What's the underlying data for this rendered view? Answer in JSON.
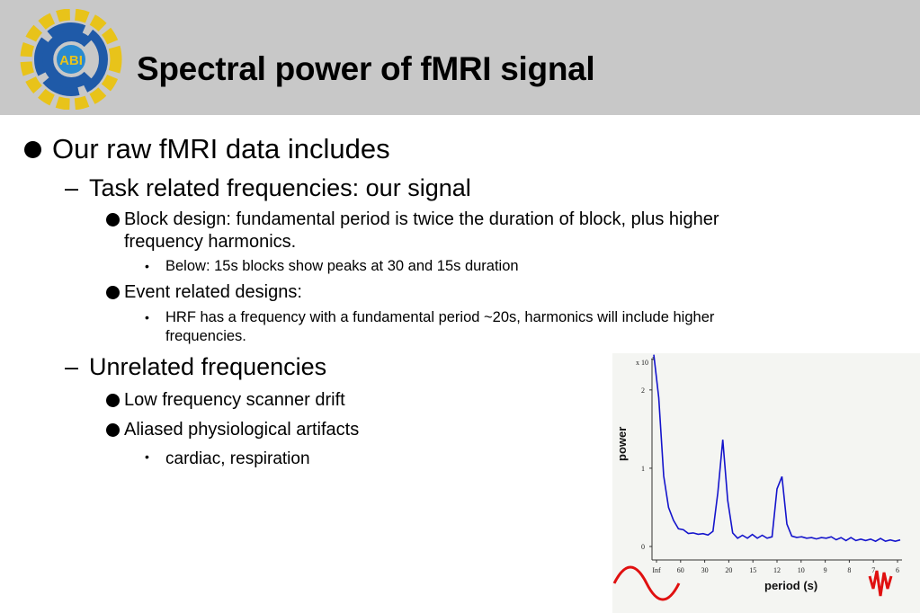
{
  "slide": {
    "title": "Spectral power of fMRI signal",
    "logo_text": "ABI",
    "bullets": {
      "l1": "Our raw fMRI data includes",
      "task": "Task related frequencies: our signal",
      "block": "Block design: fundamental period is twice the duration of block, plus higher",
      "block2": "frequency harmonics.",
      "below": "Below: 15s blocks show peaks at 30 and 15s duration",
      "event": "Event related designs:",
      "hrf": "HRF has a frequency with a fundamental period ~20s, harmonics will include higher",
      "hrf2": "frequencies.",
      "unrelated": "Unrelated frequencies",
      "drift": "Low frequency scanner drift",
      "aliased": "Aliased physiological artifacts",
      "cardiac": "cardiac, respiration"
    },
    "markers": {
      "dash": "–",
      "dot": "•"
    }
  },
  "chart_data": {
    "type": "line",
    "title": "",
    "xlabel": "period (s)",
    "ylabel": "power",
    "y_multiplier": "x 10",
    "y_exponent": "4",
    "xticks": [
      "Inf",
      "60",
      "30",
      "20",
      "15",
      "12",
      "10",
      "9",
      "8",
      "7",
      "6"
    ],
    "yticks": [
      "0",
      "1",
      "2"
    ],
    "ylim": [
      0,
      2.4
    ],
    "series": [
      {
        "color": "#1414cc",
        "x_frequency_bins": [
          0,
          1,
          2,
          3,
          4,
          5,
          6,
          7,
          8,
          9,
          10,
          11,
          12,
          13,
          14,
          15,
          16,
          17,
          18,
          19,
          20,
          21,
          22,
          23,
          24,
          25,
          26,
          27,
          28,
          29,
          30,
          31,
          32,
          33,
          34,
          35,
          36,
          37,
          38,
          39,
          40,
          41,
          42,
          43,
          44,
          45,
          46,
          47,
          48,
          49,
          50
        ],
        "values": [
          2.45,
          1.9,
          0.9,
          0.5,
          0.32,
          0.24,
          0.2,
          0.18,
          0.16,
          0.17,
          0.15,
          0.16,
          0.18,
          0.7,
          1.35,
          0.6,
          0.16,
          0.12,
          0.13,
          0.12,
          0.14,
          0.12,
          0.13,
          0.12,
          0.11,
          0.75,
          0.88,
          0.3,
          0.12,
          0.13,
          0.11,
          0.12,
          0.1,
          0.11,
          0.1,
          0.12,
          0.11,
          0.1,
          0.1,
          0.09,
          0.1,
          0.09,
          0.08,
          0.09,
          0.08,
          0.08,
          0.09,
          0.08,
          0.07,
          0.08,
          0.07
        ]
      }
    ],
    "decorations": [
      "slow-wave-icon",
      "fast-wave-icon"
    ]
  }
}
